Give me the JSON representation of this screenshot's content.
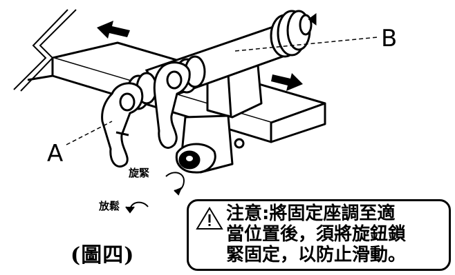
{
  "labels": {
    "a": "A",
    "b": "B",
    "tighten": "旋緊",
    "loosen": "放鬆"
  },
  "caption": "(圖四)",
  "notice": {
    "icon": "warning-triangle-icon",
    "lines": [
      "注意:將固定座調至適",
      "當位置後，須將旋鈕鎖",
      "緊固定，以防止滑動。"
    ]
  },
  "colors": {
    "ink": "#000000",
    "background": "#ffffff"
  }
}
